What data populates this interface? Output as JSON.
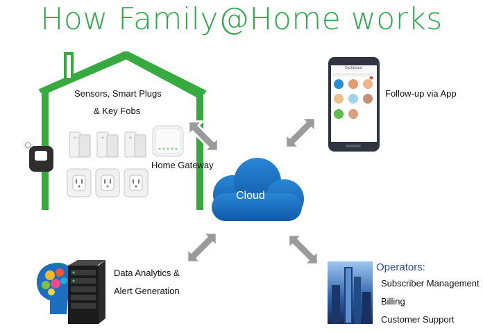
{
  "title": "How Family@Home works",
  "house": {
    "label_line1": "Sensors, Smart Plugs",
    "label_line2": "& Key Fobs",
    "gateway_label": "Home Gateway"
  },
  "cloud": {
    "label": "Cloud"
  },
  "app": {
    "label": "Follow-up via App",
    "screen_title": "Dashboard"
  },
  "analytics": {
    "label_line1": "Data Analytics &",
    "label_line2": "Alert Generation"
  },
  "operators": {
    "title": "Operators:",
    "items": [
      "Subscriber Management",
      "Billing",
      "Customer Support"
    ]
  },
  "colors": {
    "title_green": "#2aa84a",
    "house_green": "#36a93f",
    "cloud_blue": "#1a6cc0",
    "arrow_gray": "#9a9a9a",
    "operators_blue": "#2b4aa8"
  }
}
